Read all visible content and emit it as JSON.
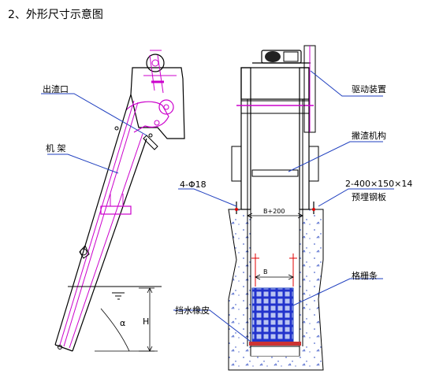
{
  "title": "2、外形尺寸示意图",
  "labels": {
    "outlet": "出渣口",
    "frame": "机 架",
    "bolts": "4-Φ18",
    "drive": "驱动装置",
    "rake": "撇渣机构",
    "plate_dim": "2-400×150×14",
    "plate_name": "预埋钢板",
    "grate": "格栅条",
    "rubber": "挡水橡皮"
  },
  "dimensions": {
    "width_plus": "B+200",
    "width": "B",
    "height": "H",
    "angle": "α"
  },
  "colors": {
    "leader": "#1f3fbf",
    "structure": "#cc00cc",
    "outline": "#000000",
    "grate_fill": "#2233cc",
    "red": "#e00000"
  }
}
